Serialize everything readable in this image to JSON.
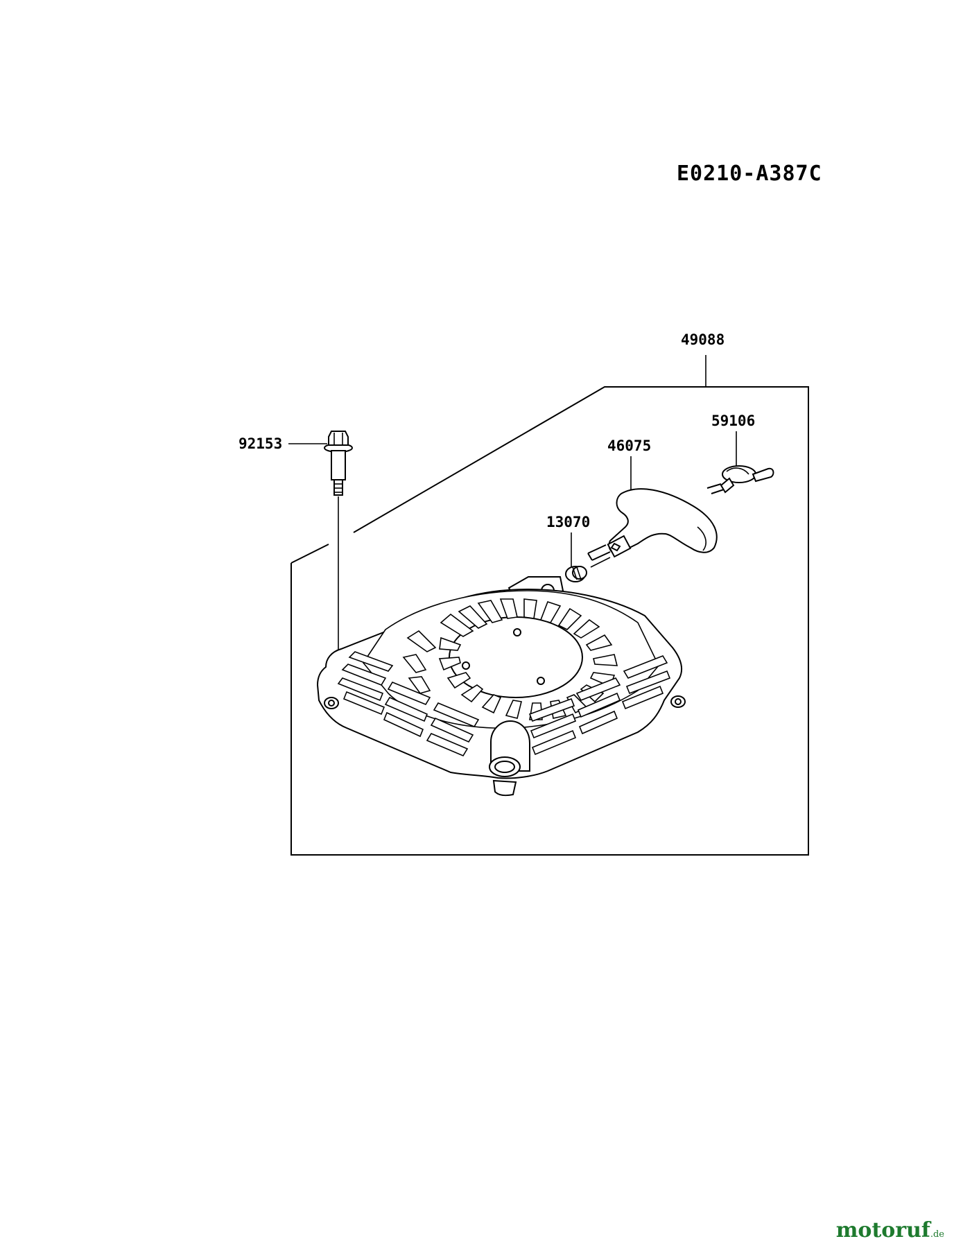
{
  "diagram": {
    "code": "E0210-A387C",
    "callouts": {
      "assembly": "49088",
      "bolt": "92153",
      "handle": "46075",
      "rope_knot": "59106",
      "bushing": "13070"
    }
  },
  "watermark": {
    "name": "motoruf",
    "tld": ".de"
  }
}
